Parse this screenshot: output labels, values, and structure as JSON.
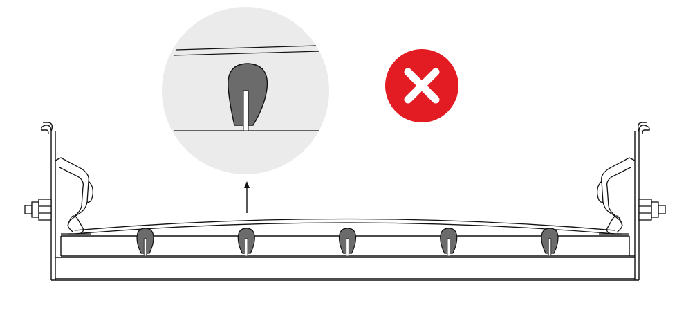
{
  "diagram": {
    "subject": "conveyor-belt-installation",
    "status_icon": "x-mark-icon",
    "callout": "magnified-view-of-fastener",
    "arrow_direction": "up",
    "fastener_count": 5
  },
  "colors": {
    "line": "#111111",
    "fastener_fill": "#6b6b6b",
    "magnifier_fill": "#ebebeb",
    "status_red": "#e31b23",
    "status_mark": "#ffffff",
    "background": "#ffffff"
  }
}
